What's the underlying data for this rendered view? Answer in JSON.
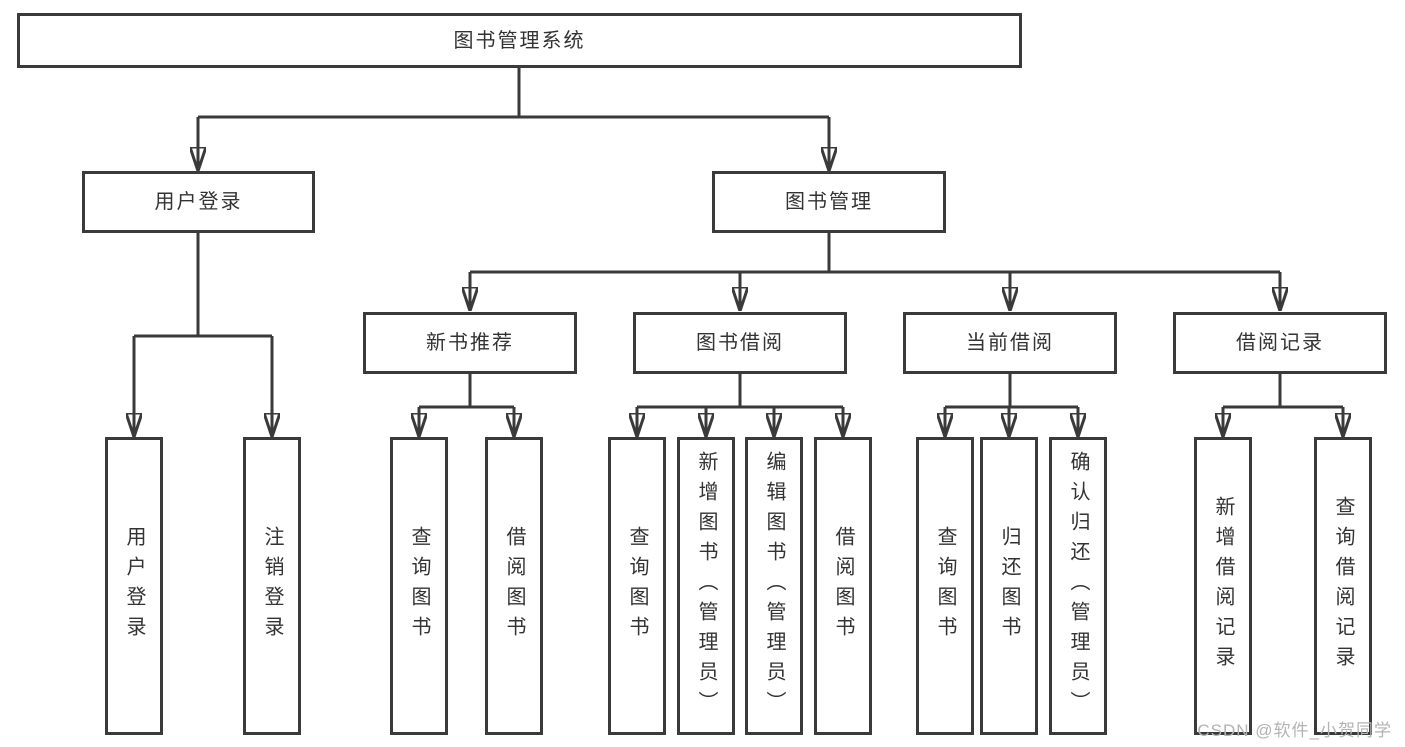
{
  "diagram": {
    "title_node": {
      "label": "图书管理系统"
    },
    "branches": [
      {
        "label": "用户登录",
        "children": [
          {
            "label": "用户登录"
          },
          {
            "label": "注销登录"
          }
        ]
      },
      {
        "label": "图书管理",
        "children": [
          {
            "label": "新书推荐",
            "children": [
              {
                "label": "查询图书"
              },
              {
                "label": "借阅图书"
              }
            ]
          },
          {
            "label": "图书借阅",
            "children": [
              {
                "label": "查询图书"
              },
              {
                "label": "新增图书（管理员）"
              },
              {
                "label": "编辑图书（管理员）"
              },
              {
                "label": "借阅图书"
              }
            ]
          },
          {
            "label": "当前借阅",
            "children": [
              {
                "label": "查询图书"
              },
              {
                "label": "归还图书"
              },
              {
                "label": "确认归还（管理员）"
              }
            ]
          },
          {
            "label": "借阅记录",
            "children": [
              {
                "label": "新增借阅记录"
              },
              {
                "label": "查询借阅记录"
              }
            ]
          }
        ]
      }
    ],
    "watermark": "CSDN @软件_小贺同学",
    "colors": {
      "line": "#3a3a3a",
      "text": "#333333",
      "background": "#ffffff",
      "watermark": "#b3b3b3"
    }
  }
}
